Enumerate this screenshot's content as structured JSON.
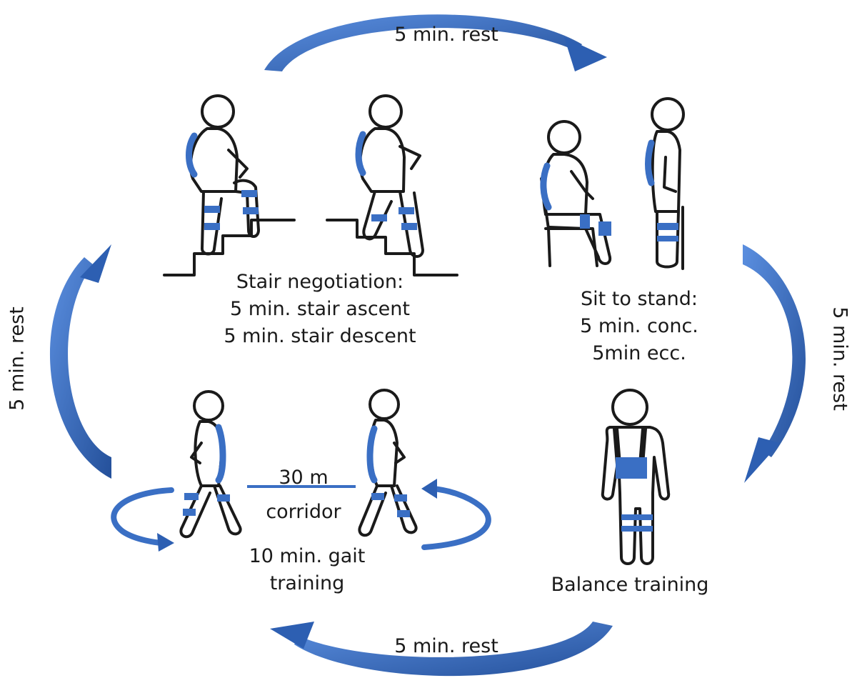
{
  "diagram": {
    "title": "Training circuit",
    "colors": {
      "accent": "#3a6fc4",
      "accent_dark": "#24509a",
      "line": "#1a1a1a"
    },
    "rest_labels": {
      "top": "5 min. rest",
      "bottom": "5 min. rest",
      "left": "5 min. rest",
      "right": "5 min. rest"
    },
    "stations": {
      "stair": {
        "title": "Stair negotiation:",
        "line1": "5 min. stair ascent",
        "line2": "5 min. stair descent"
      },
      "sit_to_stand": {
        "title": "Sit to stand:",
        "line1": "5 min. conc.",
        "line2": "5min ecc."
      },
      "gait": {
        "corridor_top": "30 m",
        "corridor_bottom": "corridor",
        "line1": "10 min. gait",
        "line2": "training"
      },
      "balance": {
        "title": "Balance training"
      }
    },
    "icons": [
      "stair-ascent-figure-icon",
      "stair-descent-figure-icon",
      "seated-figure-icon",
      "standing-figure-icon",
      "walking-figure-icon",
      "balance-figure-icon",
      "cycle-arrow-icon"
    ]
  }
}
